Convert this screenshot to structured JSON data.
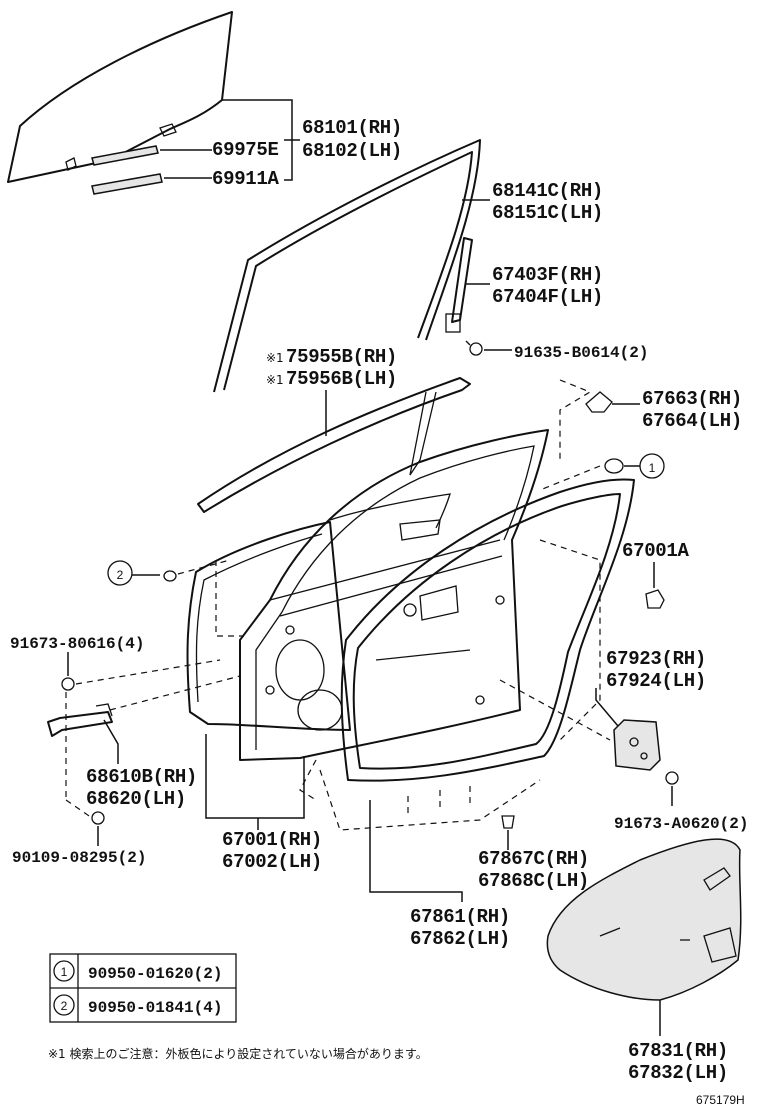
{
  "parts": {
    "p68101": "68101(RH)",
    "p68102": "68102(LH)",
    "p69975E": "69975E",
    "p69911A": "69911A",
    "p68141C": "68141C(RH)",
    "p68151C": "68151C(LH)",
    "p67403F": "67403F(RH)",
    "p67404F": "67404F(LH)",
    "p91635": "91635-B0614(2)",
    "mark1": "※1",
    "p75955B": "75955B(RH)",
    "p75956B": "75956B(LH)",
    "p67663": "67663(RH)",
    "p67664": "67664(LH)",
    "p67001A": "67001A",
    "p91673_80616": "91673-80616(4)",
    "p67923": "67923(RH)",
    "p67924": "67924(LH)",
    "p68610B": "68610B(RH)",
    "p68620": "68620(LH)",
    "p91673_A0620": "91673-A0620(2)",
    "p90109": "90109-08295(2)",
    "p67001": "67001(RH)",
    "p67002": "67002(LH)",
    "p67867C": "67867C(RH)",
    "p67868C": "67868C(LH)",
    "p67861": "67861(RH)",
    "p67862": "67862(LH)",
    "p67831": "67831(RH)",
    "p67832": "67832(LH)"
  },
  "callouts": {
    "c1": "1",
    "c2": "2"
  },
  "legend_table": {
    "rows": [
      {
        "mark": "1",
        "part": "90950-01620(2)"
      },
      {
        "mark": "2",
        "part": "90950-01841(4)"
      }
    ]
  },
  "footnote": "※1 検索上のご注意：外板色により設定されていない場合があります。",
  "illustration_code": "675179H"
}
